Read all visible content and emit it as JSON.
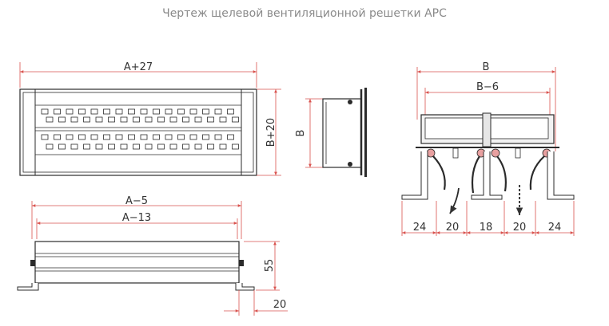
{
  "title": "Чертеж щелевой вентиляционной решетки АРС",
  "front_view": {
    "width_label": "A+27",
    "height_label": "B+20"
  },
  "side_view": {
    "height_label": "B"
  },
  "section_view": {
    "outer_label": "B",
    "inner_label": "B−6",
    "bottom_dims": [
      "24",
      "20",
      "18",
      "20",
      "24"
    ]
  },
  "bottom_view": {
    "outer_label": "A−5",
    "inner_label": "A−13",
    "height_label": "55",
    "depth_label": "20"
  },
  "colors": {
    "dimension": "#d9534f",
    "outline": "#2b2b2b",
    "marker": "#e8a0a0"
  }
}
